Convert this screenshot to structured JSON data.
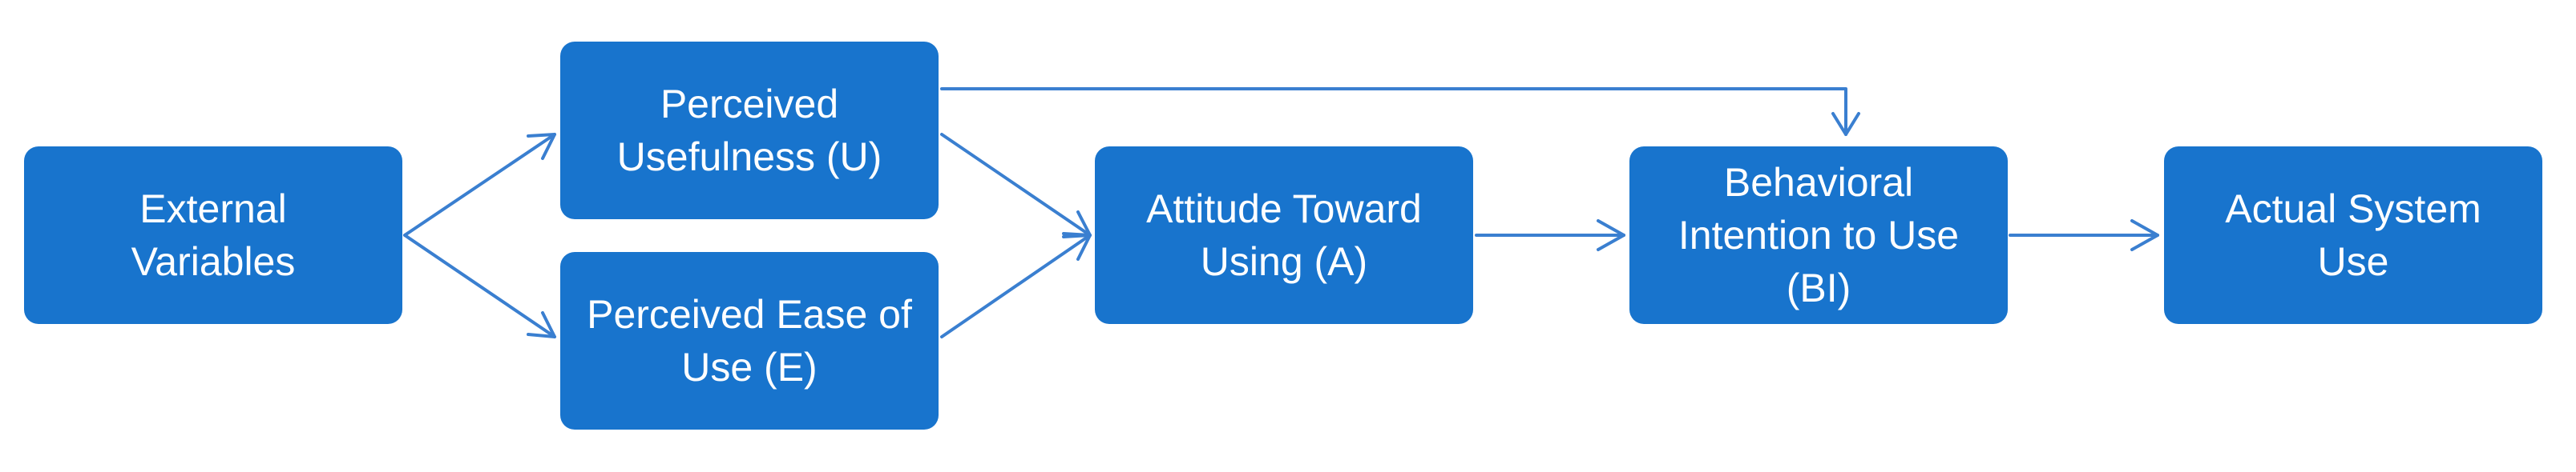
{
  "diagram": {
    "nodes": {
      "external": {
        "label": "External\nVariables"
      },
      "usefulness": {
        "label": "Perceived\nUsefulness (U)"
      },
      "ease": {
        "label": "Perceived  Ease of\nUse (E)"
      },
      "attitude": {
        "label": "Attitude Toward\nUsing (A)"
      },
      "intention": {
        "label": "Behavioral\nIntention to Use\n(BI)"
      },
      "actual": {
        "label": "Actual System\nUse"
      }
    },
    "edges": [
      {
        "from": "external",
        "to": "usefulness"
      },
      {
        "from": "external",
        "to": "ease"
      },
      {
        "from": "usefulness",
        "to": "attitude"
      },
      {
        "from": "ease",
        "to": "attitude"
      },
      {
        "from": "usefulness",
        "to": "intention"
      },
      {
        "from": "attitude",
        "to": "intention"
      },
      {
        "from": "intention",
        "to": "actual"
      }
    ],
    "colors": {
      "node_fill": "#1874cd",
      "node_text": "#ffffff",
      "arrow": "#3a7fd0"
    }
  }
}
